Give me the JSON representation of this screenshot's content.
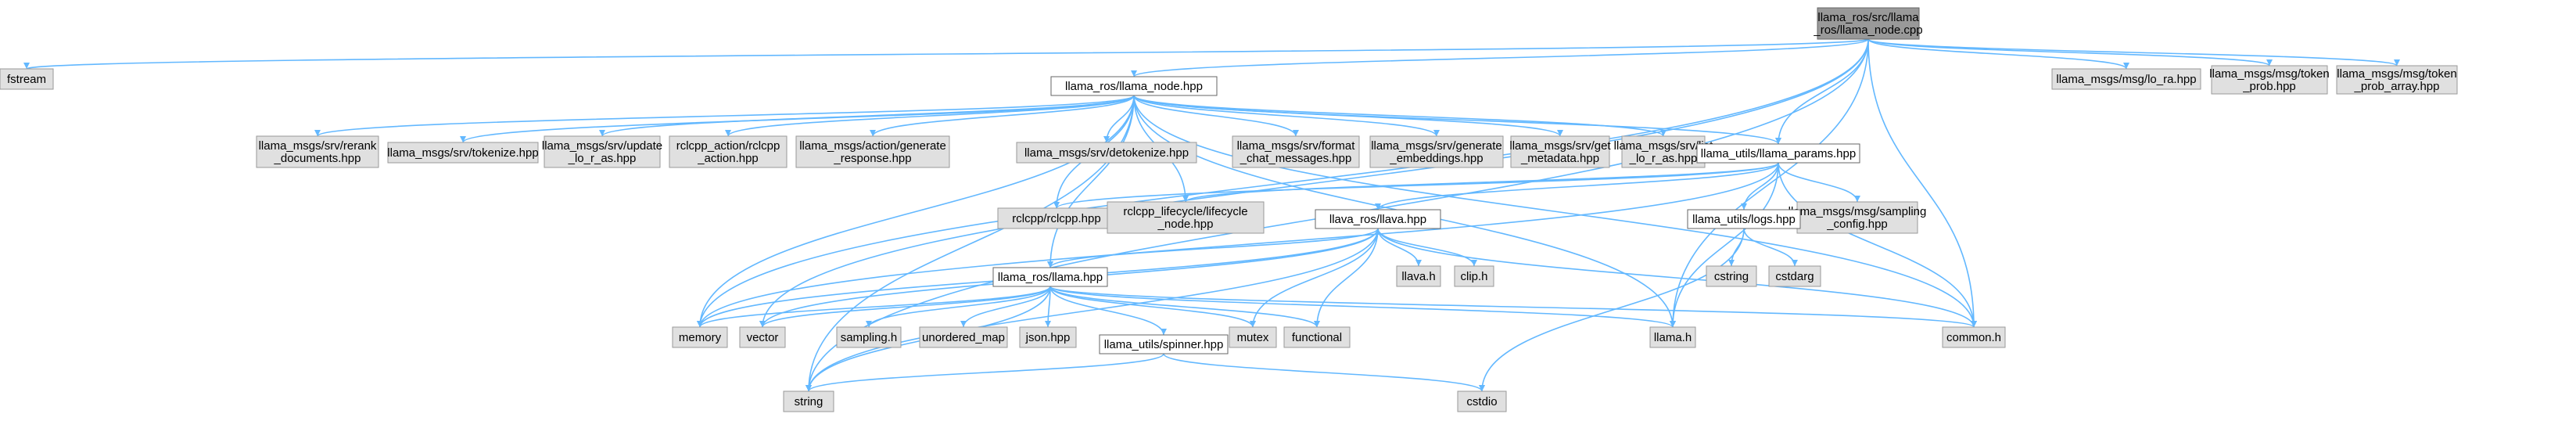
{
  "colors": {
    "edge": "#63b8ff",
    "node_external": "#e0e0e0",
    "node_root": "#999999",
    "node_border": "#666666",
    "background": "#ffffff"
  },
  "nodes": {
    "root": [
      "llama_ros/src/llama",
      "_ros/llama_node.cpp"
    ],
    "fstream": [
      "fstream"
    ],
    "llama_node_hpp": [
      "llama_ros/llama_node.hpp"
    ],
    "lora": [
      "llama_msgs/msg/lo_ra.hpp"
    ],
    "token_prob": [
      "llama_msgs/msg/token",
      "_prob.hpp"
    ],
    "token_prob_array": [
      "llama_msgs/msg/token",
      "_prob_array.hpp"
    ],
    "rerank": [
      "llama_msgs/srv/rerank",
      "_documents.hpp"
    ],
    "tokenize": [
      "llama_msgs/srv/tokenize.hpp"
    ],
    "update_loras": [
      "llama_msgs/srv/update",
      "_lo_r_as.hpp"
    ],
    "rclcpp_action": [
      "rclcpp_action/rclcpp",
      "_action.hpp"
    ],
    "generate_response": [
      "llama_msgs/action/generate",
      "_response.hpp"
    ],
    "detokenize": [
      "llama_msgs/srv/detokenize.hpp"
    ],
    "format_chat": [
      "llama_msgs/srv/format",
      "_chat_messages.hpp"
    ],
    "gen_embeddings": [
      "llama_msgs/srv/generate",
      "_embeddings.hpp"
    ],
    "get_metadata": [
      "llama_msgs/srv/get",
      "_metadata.hpp"
    ],
    "list_loras": [
      "llama_msgs/srv/list",
      "_lo_r_as.hpp"
    ],
    "llama_params": [
      "llama_utils/llama_params.hpp"
    ],
    "rclcpp": [
      "rclcpp/rclcpp.hpp"
    ],
    "lifecycle": [
      "rclcpp_lifecycle/lifecycle",
      "_node.hpp"
    ],
    "llava_hpp": [
      "llava_ros/llava.hpp"
    ],
    "sampling_config": [
      "llama_msgs/msg/sampling",
      "_config.hpp"
    ],
    "logs": [
      "llama_utils/logs.hpp"
    ],
    "llava_h": [
      "llava.h"
    ],
    "clip_h": [
      "clip.h"
    ],
    "cstring": [
      "cstring"
    ],
    "cstdarg": [
      "cstdarg"
    ],
    "llama_hpp": [
      "llama_ros/llama.hpp"
    ],
    "memory": [
      "memory"
    ],
    "vector": [
      "vector"
    ],
    "sampling_h": [
      "sampling.h"
    ],
    "unordered_map": [
      "unordered_map"
    ],
    "json_hpp": [
      "json.hpp"
    ],
    "spinner": [
      "llama_utils/spinner.hpp"
    ],
    "mutex": [
      "mutex"
    ],
    "functional": [
      "functional"
    ],
    "llama_h": [
      "llama.h"
    ],
    "common_h": [
      "common.h"
    ],
    "string": [
      "string"
    ],
    "cstdio": [
      "cstdio"
    ]
  }
}
